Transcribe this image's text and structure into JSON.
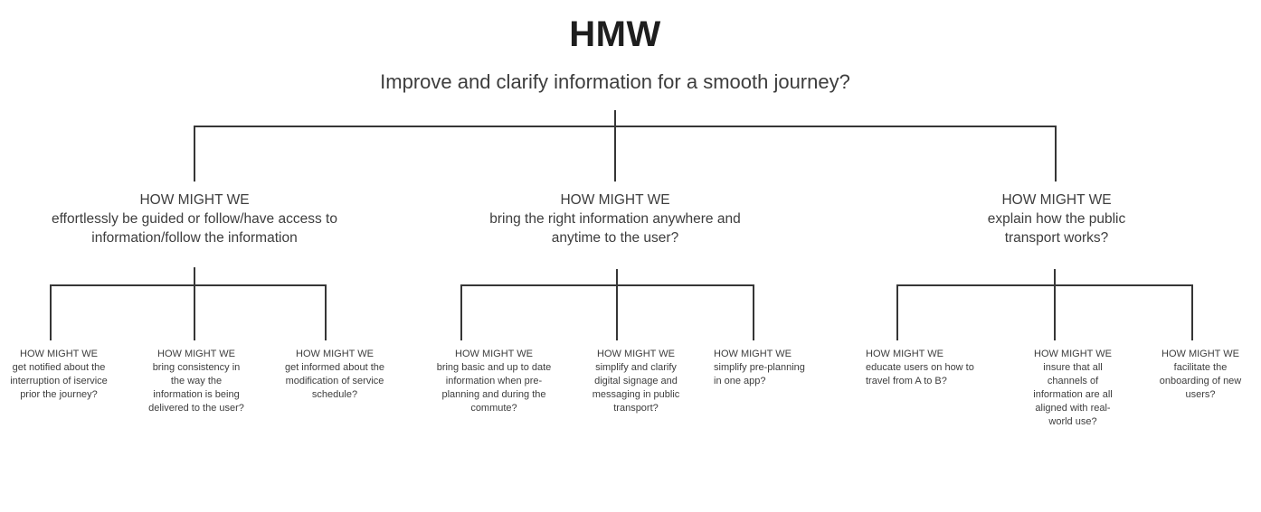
{
  "title": "HMW",
  "subtitle": "Improve and clarify information for a smooth journey?",
  "branches": [
    {
      "heading": "HOW MIGHT WE",
      "question": "effortlessly be guided or follow/have access to information/follow the information",
      "children": [
        {
          "heading": "HOW MIGHT WE",
          "question": "get notified about the interruption of iservice prior the journey?"
        },
        {
          "heading": "HOW MIGHT WE",
          "question": "bring consistency in the way the information is being delivered to the user?"
        },
        {
          "heading": "HOW MIGHT WE",
          "question": "get informed about the modification of service schedule?"
        }
      ]
    },
    {
      "heading": "HOW MIGHT WE",
      "question": "bring the right information anywhere and anytime to the user?",
      "children": [
        {
          "heading": "HOW MIGHT WE",
          "question": "bring basic and up to date information when pre-planning and during the commute?"
        },
        {
          "heading": "HOW MIGHT WE",
          "question": "simplify and clarify digital signage and messaging in public transport?"
        },
        {
          "heading": "HOW MIGHT WE",
          "question": "simplify pre-planning in one app?"
        }
      ]
    },
    {
      "heading": "HOW MIGHT WE",
      "question": "explain how the public transport works?",
      "children": [
        {
          "heading": "HOW MIGHT WE",
          "question": "educate users on how to travel from A to B?"
        },
        {
          "heading": "HOW MIGHT WE",
          "question": "insure that all channels of information are all aligned with real-world use?"
        },
        {
          "heading": "HOW MIGHT WE",
          "question": "facilitate the onboarding of new users?"
        }
      ]
    }
  ]
}
